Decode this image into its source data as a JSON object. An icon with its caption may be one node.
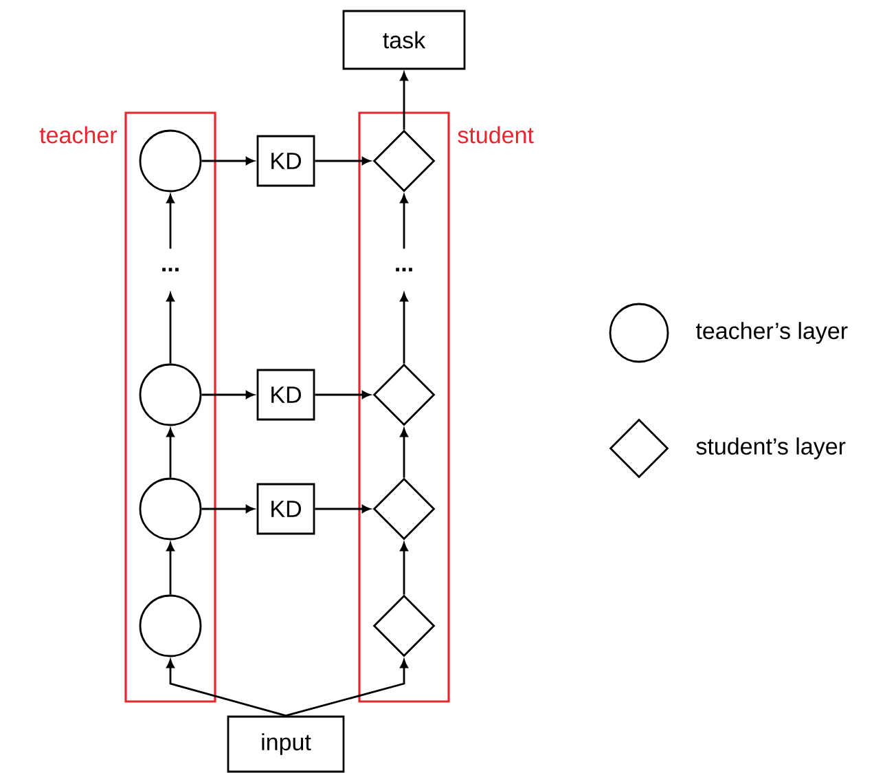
{
  "diagram": {
    "nodes": [
      {
        "text": [
          "teacher"
        ]
      },
      {
        "text": [
          "student"
        ]
      },
      {
        "text": [
          "task"
        ]
      },
      {
        "text": [
          "input"
        ]
      },
      {
        "text": [],
        "shape": "circle",
        "in": 0
      },
      {
        "text": [
          "..."
        ],
        "in": 0
      },
      {
        "text": [],
        "shape": "circle",
        "in": 0
      },
      {
        "text": [],
        "shape": "circle",
        "in": 0
      },
      {
        "text": [],
        "shape": "circle",
        "in": 0
      },
      {
        "text": [],
        "shape": "diamond",
        "in": 1
      },
      {
        "text": [
          "..."
        ],
        "in": 1
      },
      {
        "text": [],
        "shape": "diamond",
        "in": 1
      },
      {
        "text": [],
        "shape": "diamond",
        "in": 1
      },
      {
        "text": [],
        "shape": "diamond",
        "in": 1
      },
      {
        "text": [
          "KD"
        ]
      },
      {
        "text": [
          "KD"
        ]
      },
      {
        "text": [
          "KD"
        ]
      }
    ],
    "edges": [
      {
        "from": 3,
        "to": 8,
        "arrow": "to"
      },
      {
        "from": 3,
        "to": 13,
        "arrow": "to"
      },
      {
        "from": 8,
        "to": 7,
        "arrow": "to"
      },
      {
        "from": 7,
        "to": 6,
        "arrow": "to"
      },
      {
        "from": 6,
        "to": 5,
        "arrow": "to"
      },
      {
        "from": 5,
        "to": 4,
        "arrow": "to"
      },
      {
        "from": 13,
        "to": 12,
        "arrow": "to"
      },
      {
        "from": 12,
        "to": 11,
        "arrow": "to"
      },
      {
        "from": 11,
        "to": 10,
        "arrow": "to"
      },
      {
        "from": 10,
        "to": 9,
        "arrow": "to"
      },
      {
        "from": 9,
        "to": 2,
        "arrow": "to"
      },
      {
        "from": 4,
        "to": 14,
        "arrow": "to"
      },
      {
        "from": 14,
        "to": 9,
        "arrow": "to"
      },
      {
        "from": 6,
        "to": 15,
        "arrow": "to"
      },
      {
        "from": 15,
        "to": 11,
        "arrow": "to"
      },
      {
        "from": 7,
        "to": 16,
        "arrow": "to"
      },
      {
        "from": 16,
        "to": 12,
        "arrow": "to"
      }
    ],
    "legend": [
      {
        "text": "teacher’s layer"
      },
      {
        "text": "student’s layer"
      }
    ]
  }
}
